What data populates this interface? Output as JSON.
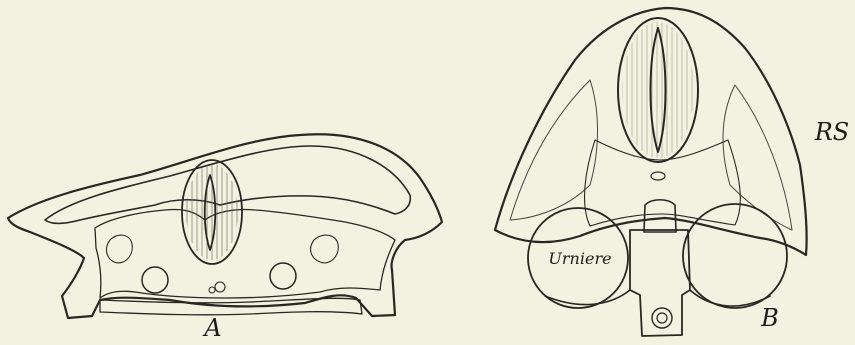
{
  "figures": [
    {
      "id": "A",
      "label": "A"
    },
    {
      "id": "B",
      "label": "B",
      "annotations": {
        "kidney": "Urniere",
        "side": "RS"
      }
    }
  ],
  "colors": {
    "paper": "#f3f1e0",
    "ink": "#2a2722"
  }
}
